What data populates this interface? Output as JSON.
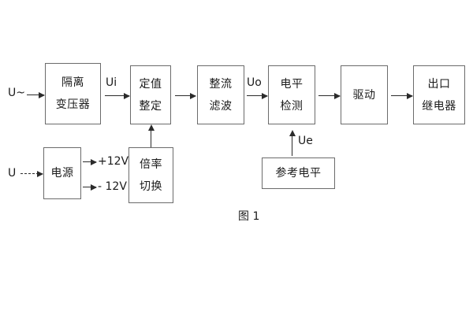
{
  "figure": {
    "caption": "图 1",
    "colors": {
      "box_border": "#6b6b6b",
      "line": "#2b2b2b",
      "text": "#1b1b1b",
      "background": "#ffffff"
    }
  },
  "blocks": [
    {
      "id": "isolation-transformer",
      "line1": "隔离",
      "line2": "变压器"
    },
    {
      "id": "setting-value",
      "line1": "定值",
      "line2": "整定"
    },
    {
      "id": "rectify-filter",
      "line1": "整流",
      "line2": "滤波"
    },
    {
      "id": "level-detection",
      "line1": "电平",
      "line2": "检测"
    },
    {
      "id": "drive",
      "line1": "驱动",
      "line2": ""
    },
    {
      "id": "output-relay",
      "line1": "出口",
      "line2": "继电器"
    },
    {
      "id": "power-supply",
      "line1": "电源",
      "line2": ""
    },
    {
      "id": "multiplier-switch",
      "line1": "倍率",
      "line2": "切换"
    },
    {
      "id": "reference-level",
      "line1": "参考电平",
      "line2": ""
    }
  ],
  "signals": {
    "input_ac": "U~",
    "input_dc": "U",
    "ui": "Ui",
    "uo": "Uo",
    "ue": "Ue",
    "rail_positive": "+12V",
    "rail_negative": "- 12V"
  }
}
